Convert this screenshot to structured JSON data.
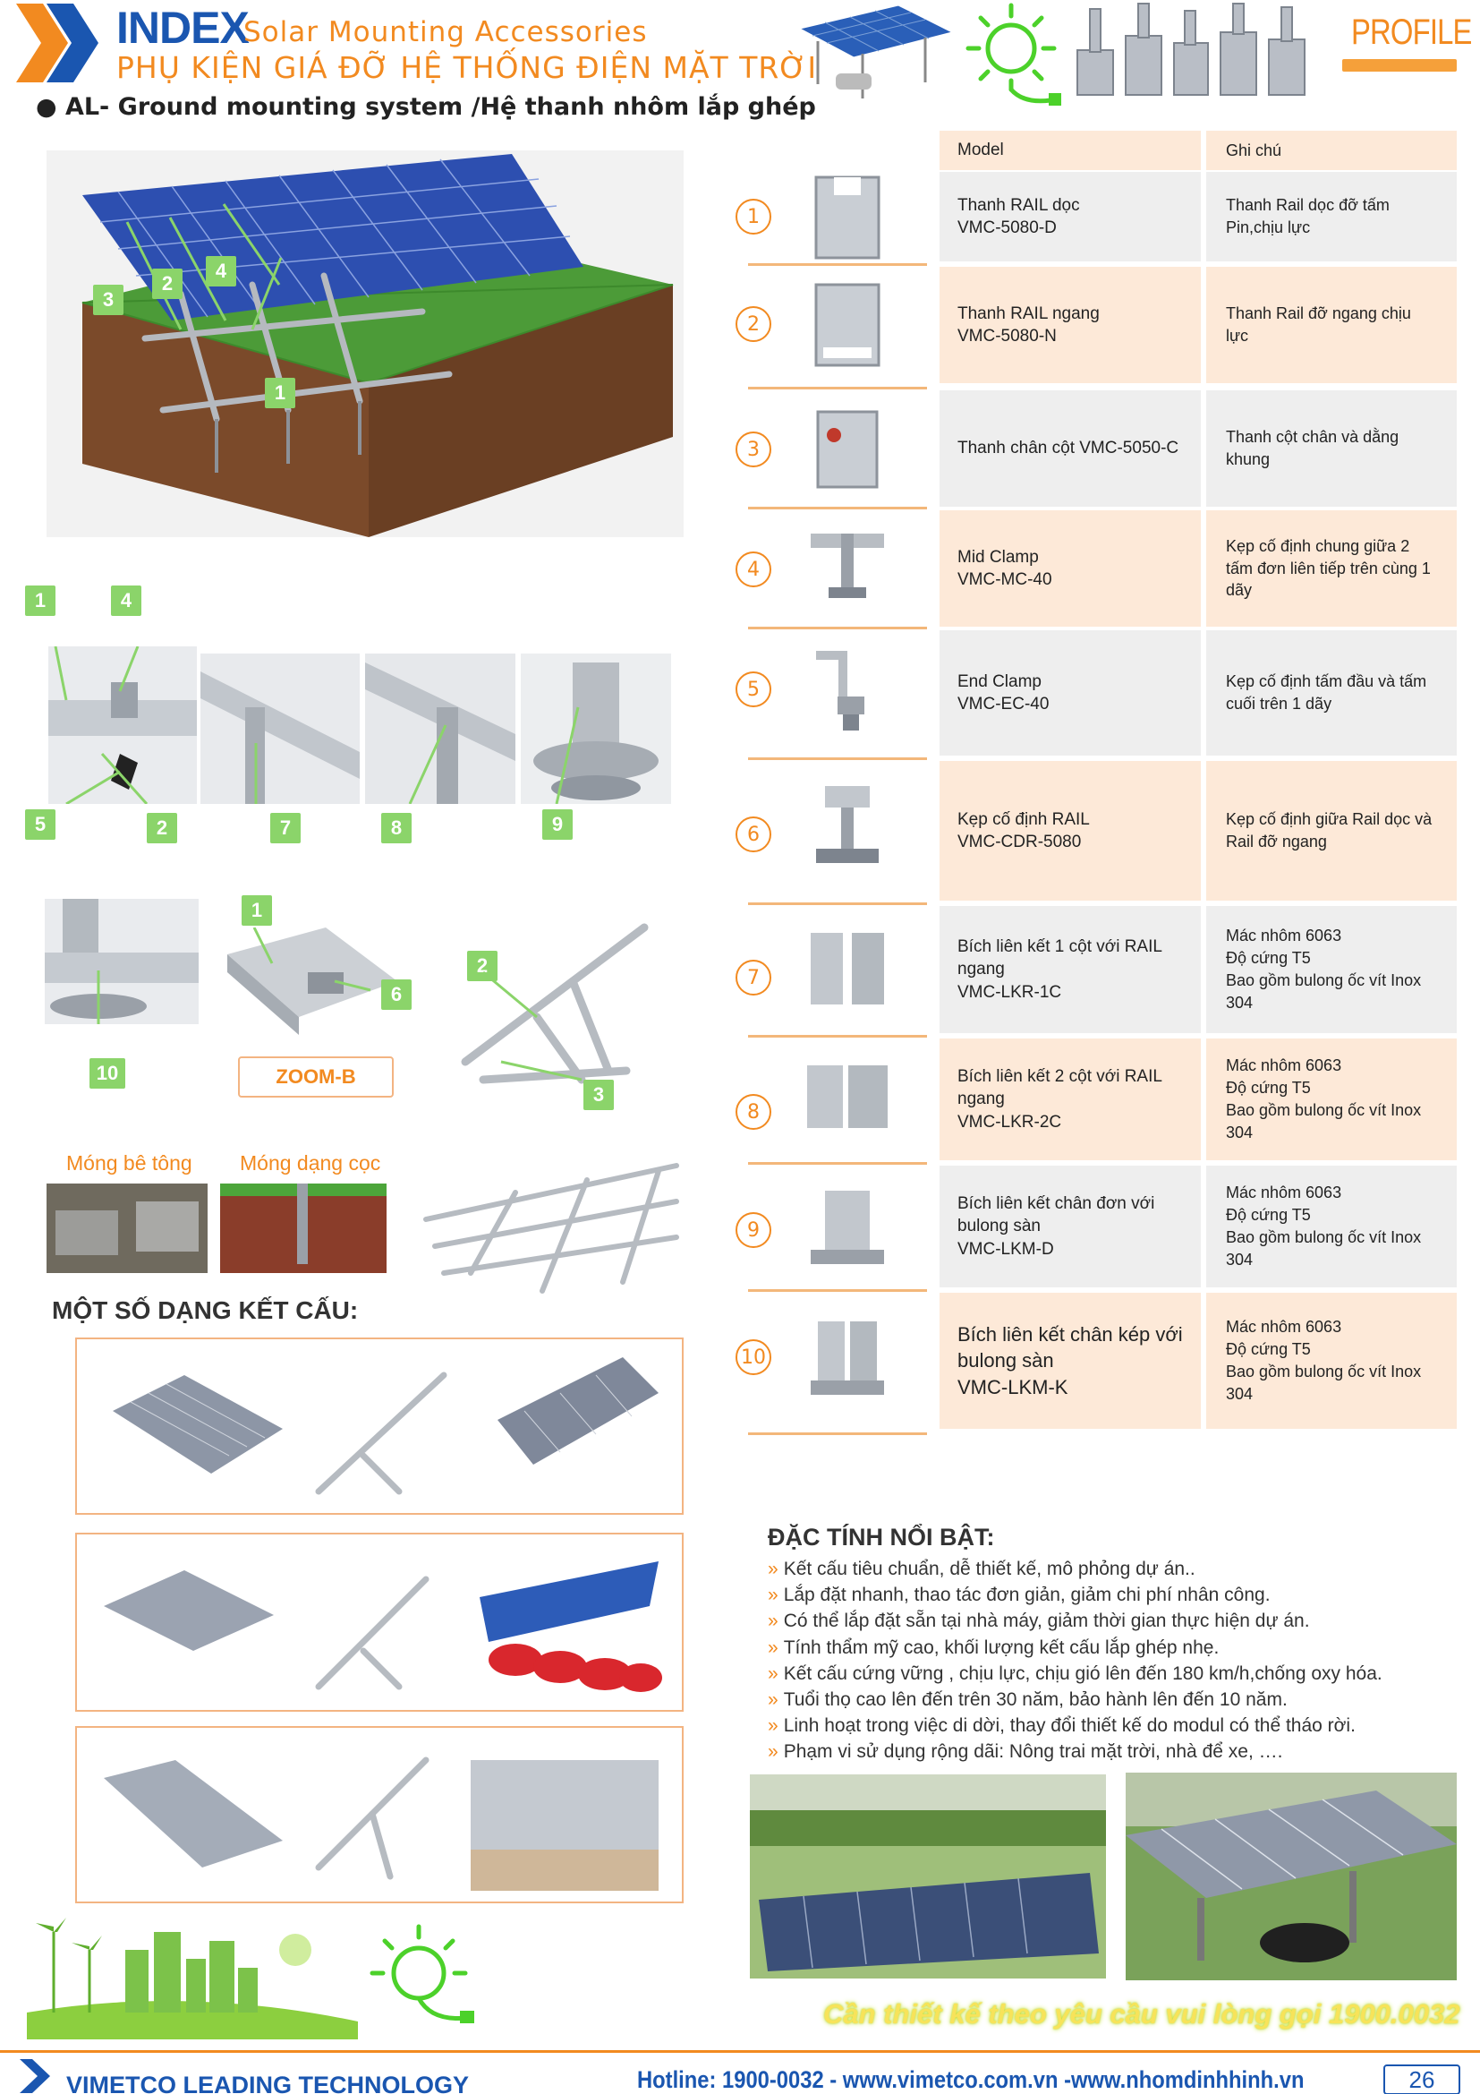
{
  "header": {
    "index": "INDEX",
    "title_en": "Solar Mounting Accessories",
    "title_vi": "PHỤ KIỆN GIÁ ĐỠ HỆ THỐNG ĐIỆN MẶT TRỜI",
    "subtitle": "● AL- Ground mounting system /Hệ thanh nhôm lắp ghép",
    "profile": "PROFILE"
  },
  "table": {
    "head_model": "Model",
    "head_note": "Ghi chú",
    "rows": [
      {
        "num": "1",
        "model": "Thanh RAIL dọc\nVMC-5080-D",
        "note": "Thanh Rail dọc đỡ tấm\nPin,chịu lực"
      },
      {
        "num": "2",
        "model": "Thanh RAIL ngang\nVMC-5080-N",
        "note": "Thanh Rail đỡ ngang chịu\nlực"
      },
      {
        "num": "3",
        "model": "Thanh chân cột VMC-5050-C",
        "note": "Thanh cột chân và dằng\nkhung"
      },
      {
        "num": "4",
        "model": "Mid Clamp\nVMC-MC-40",
        "note": "Kẹp cố định chung giữa 2\ntấm đơn liên tiếp trên cùng 1\ndãy"
      },
      {
        "num": "5",
        "model": "End Clamp\nVMC-EC-40",
        "note": "Kẹp cố định tấm đầu và tấm\ncuối trên 1 dãy"
      },
      {
        "num": "6",
        "model": "Kẹp cố định RAIL\nVMC-CDR-5080",
        "note": "Kẹp cố định giữa Rail dọc và\nRail đỡ ngang"
      },
      {
        "num": "7",
        "model": "Bích liên kết 1 cột với RAIL\nngang\nVMC-LKR-1C",
        "note": "Mác  nhôm  6063\nĐộ cứng T5\nBao gồm bulong ốc vít Inox 304"
      },
      {
        "num": "8",
        "model": "Bích liên kết 2 cột với RAIL\nngang\nVMC-LKR-2C",
        "note": "Mác  nhôm  6063\nĐộ cứng T5\nBao gồm bulong ốc vít Inox 304"
      },
      {
        "num": "9",
        "model": "Bích liên kết chân đơn với\nbulong sàn\nVMC-LKM-D",
        "note": "Mác  nhôm  6063\nĐộ cứng T5\nBao gồm bulong ốc vít Inox 304"
      },
      {
        "num": "10",
        "model": "Bích liên kết chân kép với\nbulong sàn\nVMC-LKM-K",
        "note": "Mác  nhôm  6063\nĐộ cứng T5\nBao gồm bulong ốc vít Inox 304"
      }
    ]
  },
  "markers": {
    "m1": "1",
    "m2": "2",
    "m3": "3",
    "m4": "4",
    "m5": "5",
    "m6": "6",
    "m7": "7",
    "m8": "8",
    "m9": "9",
    "m10": "10"
  },
  "labels": {
    "zoom": "ZOOM-B",
    "mong_be_tong": "Móng bê tông",
    "mong_dang_coc": "Móng dạng cọc",
    "structures_title": "MỘT SỐ DẠNG KẾT CẤU:"
  },
  "features": {
    "title": "ĐẶC TÍNH NỔI BẬT:",
    "items": [
      "Kết cấu tiêu chuẩn, dễ thiết kế, mô phỏng dự án..",
      "Lắp đặt nhanh, thao tác đơn giản, giảm chi phí nhân công.",
      "Có thể lắp đặt sẵn tại nhà máy, giảm thời gian thực hiện dự án.",
      "Tính thẩm mỹ cao, khối lượng kết cấu lắp ghép nhẹ.",
      "Kết cấu cứng vững , chịu lực, chịu gió lên đến 180 km/h,chống oxy hóa.",
      "Tuổi thọ cao lên đến trên 30 năm, bảo hành lên đến 10 năm.",
      "Linh hoạt trong việc di dời, thay đổi thiết kế do modul có thể tháo rời.",
      "Phạm vi sử dụng rộng dãi: Nông trai mặt trời, nhà để xe, …."
    ],
    "arrow": "»"
  },
  "banner": "Cần thiết kế theo yêu cầu vui lòng gọi 1900.0032",
  "footer": {
    "brand": "VIMETCO LEADING TECHNOLOGY",
    "hotline": "Hotline: 1900-0032 - www.vimetco.com.vn -www.nhomdinhhinh.vn",
    "page": "26"
  },
  "colors": {
    "accent_orange": "#f28a20",
    "brand_blue": "#1a56b0",
    "marker_green": "#8bd46a",
    "row_peach": "#fde9d8",
    "row_grey": "#eeeeee"
  }
}
